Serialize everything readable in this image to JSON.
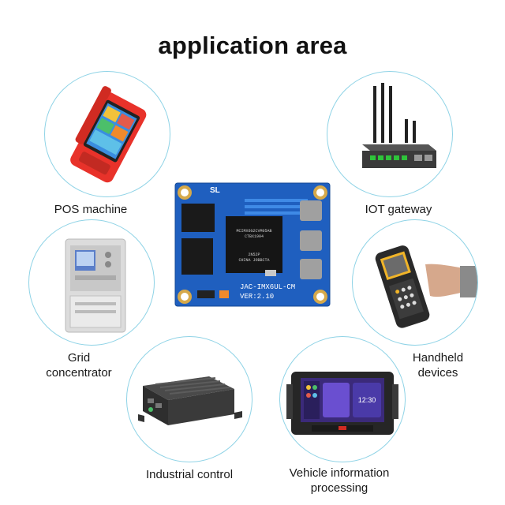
{
  "title": "application area",
  "board": {
    "chip_text_1": "MCIMX6G2CVM05AB",
    "chip_text_2": "CTBX1904",
    "chip_text_3": "2N52P",
    "chip_text_4": "CHINA JOBBCTA",
    "silk_model": "JAC-IMX6UL-CM",
    "silk_version": "VER:2.10",
    "silk_logo": "SL"
  },
  "applications": [
    {
      "label": "POS machine",
      "icon": "pos-machine-icon"
    },
    {
      "label": "IOT gateway",
      "icon": "router-icon"
    },
    {
      "label": "Grid\nconcentrator",
      "icon": "power-meter-icon"
    },
    {
      "label": "Handheld\ndevices",
      "icon": "handheld-scanner-icon"
    },
    {
      "label": "Industrial control",
      "icon": "industrial-pc-icon"
    },
    {
      "label": "Vehicle information\nprocessing",
      "icon": "car-display-icon"
    }
  ],
  "car_display": {
    "time": "12:30"
  },
  "colors": {
    "circle_border": "#8fd3e6",
    "pcb_blue": "#1f5fbf",
    "pos_red": "#e8322a"
  }
}
